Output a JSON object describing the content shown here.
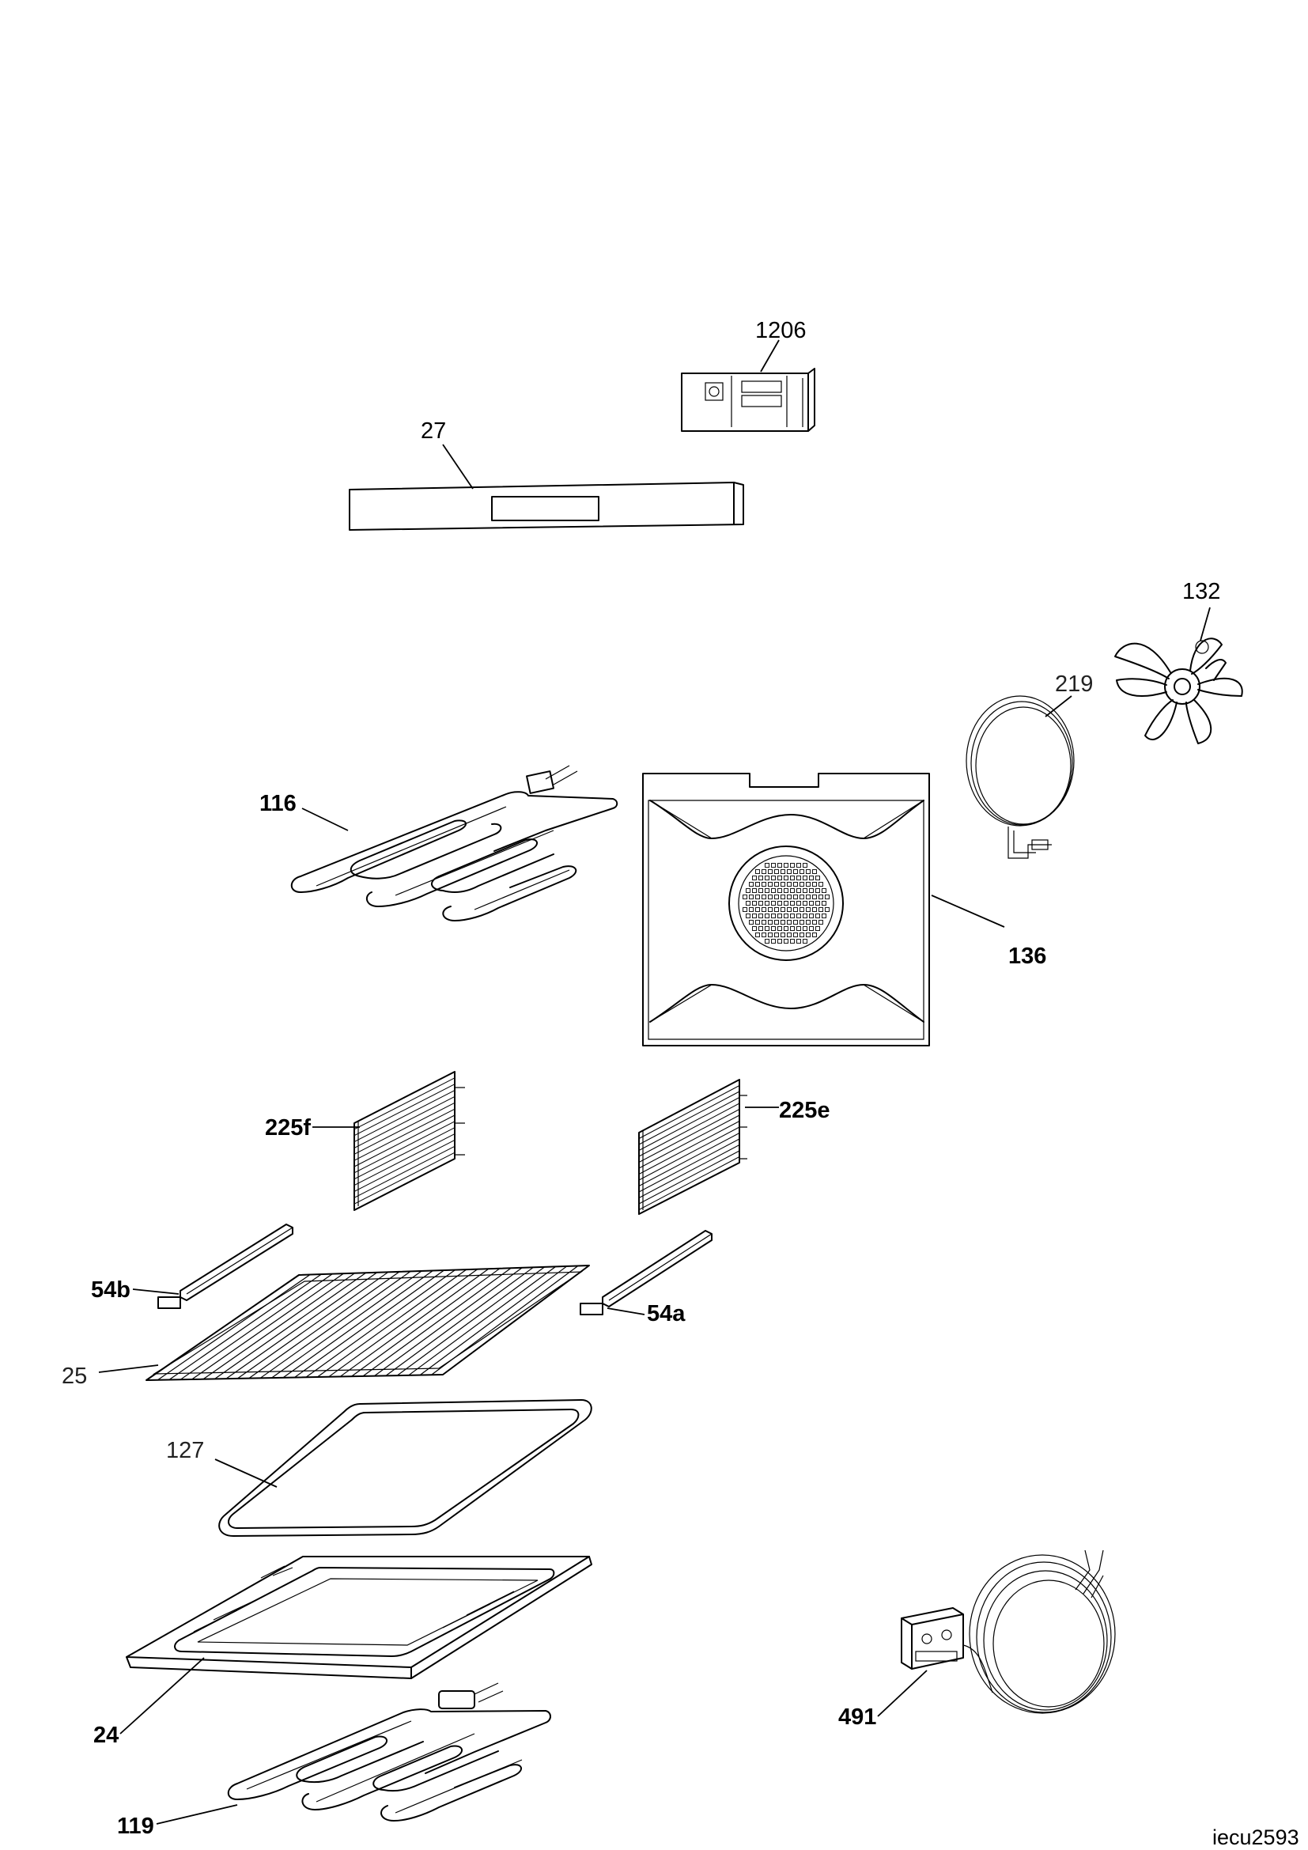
{
  "diagram": {
    "labels": {
      "p1206": "1206",
      "p27": "27",
      "p132": "132",
      "p219": "219",
      "p116": "116",
      "p136": "136",
      "p225f": "225f",
      "p225e": "225e",
      "p54b": "54b",
      "p54a": "54a",
      "p25": "25",
      "p127": "127",
      "p24": "24",
      "p491": "491",
      "p119": "119"
    },
    "reference": "iecu2593"
  }
}
